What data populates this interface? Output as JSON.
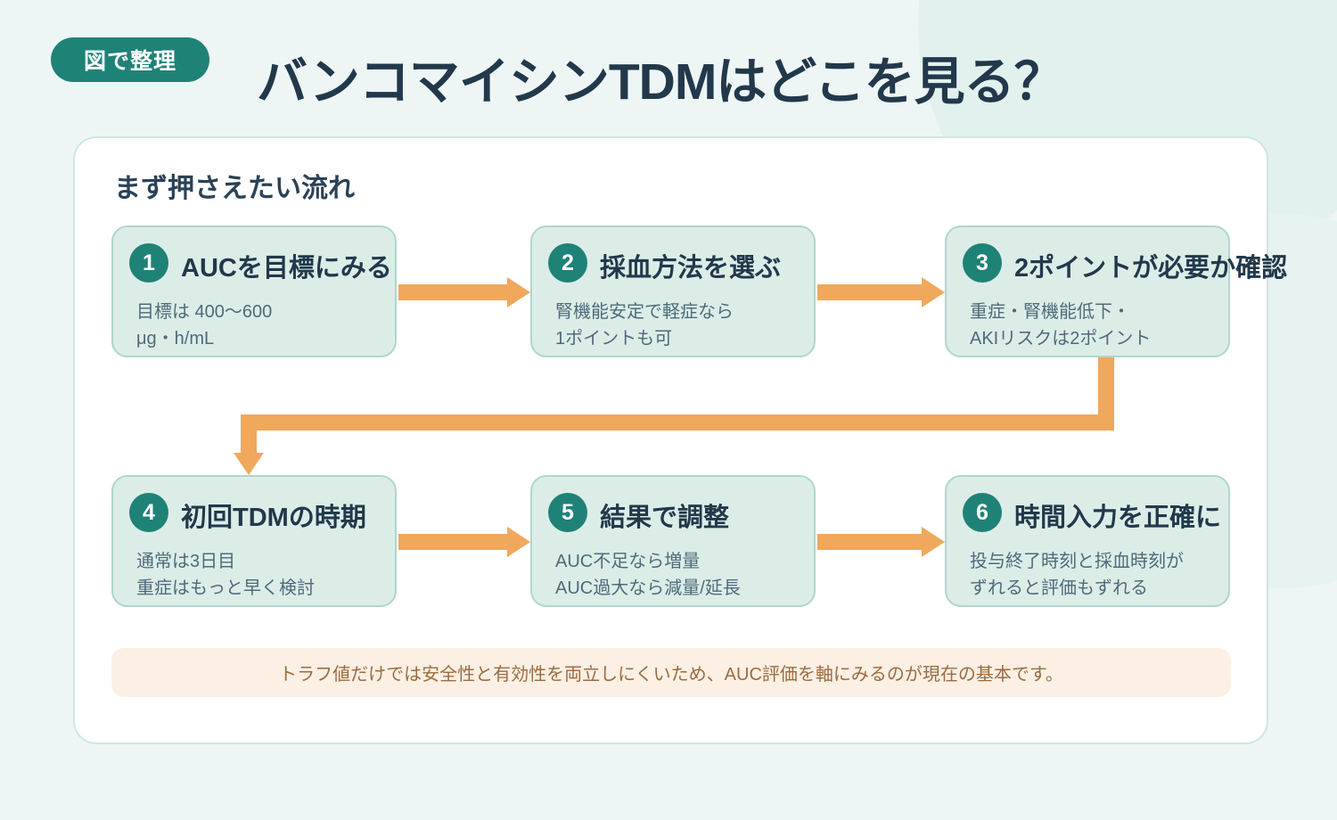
{
  "header": {
    "badge_label": "図で整理",
    "title": "バンコマイシンTDMはどこを見る？"
  },
  "panel": {
    "heading": "まず押さえたい流れ",
    "cards": [
      {
        "number": "1",
        "title": "AUCを目標にみる",
        "body_line1": "目標は 400〜600",
        "body_line2": "μg・h/mL"
      },
      {
        "number": "2",
        "title": "採血方法を選ぶ",
        "body_line1": "腎機能安定で軽症なら",
        "body_line2": "1ポイントも可"
      },
      {
        "number": "3",
        "title": "2ポイントが必要か確認",
        "body_line1": "重症・腎機能低下・",
        "body_line2": "AKIリスクは2ポイント"
      },
      {
        "number": "4",
        "title": "初回TDMの時期",
        "body_line1": "通常は3日目",
        "body_line2": "重症はもっと早く検討"
      },
      {
        "number": "5",
        "title": "結果で調整",
        "body_line1": "AUC不足なら増量",
        "body_line2": "AUC過大なら減量/延長"
      },
      {
        "number": "6",
        "title": "時間入力を正確に",
        "body_line1": "投与終了時刻と採血時刻が",
        "body_line2": "ずれると評価もずれる"
      }
    ],
    "note": "トラフ値だけでは安全性と有効性を両立しにくいため、AUC評価を軸にみるのが現在の基本です。"
  },
  "colors": {
    "page_background": "#EDF6F5",
    "panel_background": "#FFFFFF",
    "panel_border": "#CFE6E1",
    "accent_teal": "#1F8277",
    "card_background": "#DCEDE8",
    "card_border": "#AFD6CE",
    "arrow_orange": "#EFA85C",
    "title_navy": "#22384B",
    "body_text": "#4E6A7A",
    "note_background": "#FBF0E3",
    "note_text": "#9C6B41"
  }
}
